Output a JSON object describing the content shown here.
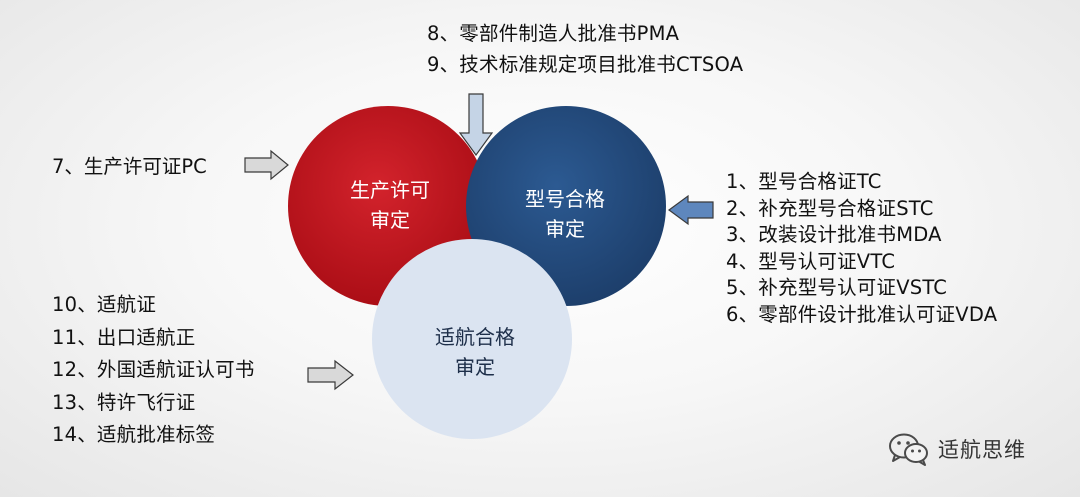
{
  "colors": {
    "production_circle": "#c1121c",
    "type_circle": "#234a7c",
    "airworthiness_circle": "#dbe4f1",
    "arrow_fill": "#c5d4e6",
    "arrow_fill_grey": "#d9d9d9",
    "arrow_stroke": "#3a3a3a"
  },
  "circles": {
    "production": {
      "line1": "生产许可",
      "line2": "审定"
    },
    "type": {
      "line1": "型号合格",
      "line2": "审定"
    },
    "airworthiness": {
      "line1": "适航合格",
      "line2": "审定"
    }
  },
  "top_items": [
    "8、零部件制造人批准书PMA",
    "9、技术标准规定项目批准书CTSOA"
  ],
  "production_item": "7、生产许可证PC",
  "right_items": [
    "1、型号合格证TC",
    "2、补充型号合格证STC",
    "3、改装设计批准书MDA",
    "4、型号认可证VTC",
    "5、补充型号认可证VSTC",
    "6、零部件设计批准认可证VDA"
  ],
  "left_items": [
    "10、适航证",
    "11、出口适航正",
    "12、外国适航证认可书",
    "13、特许飞行证",
    "14、适航批准标签"
  ],
  "watermark": {
    "icon": "wechat-icon",
    "text": "适航思维"
  }
}
